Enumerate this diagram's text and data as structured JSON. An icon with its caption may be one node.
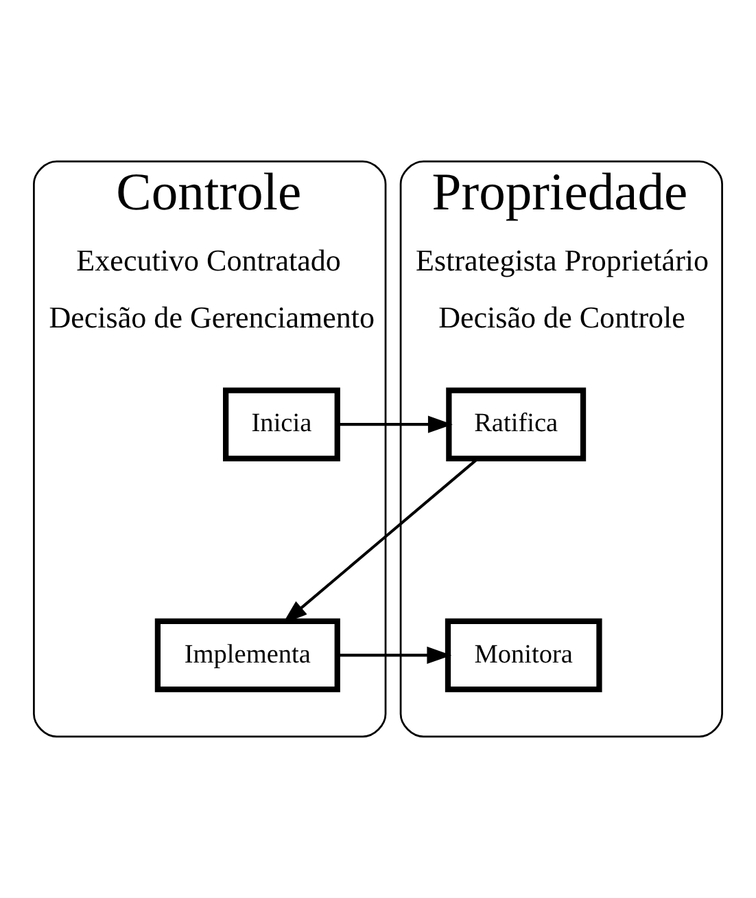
{
  "diagram": {
    "nodes": [
      {
        "text": [
          "Controle",
          "Executivo Contratado",
          "Decisão de Gerenciamento"
        ]
      },
      {
        "text": [
          "Inicia"
        ],
        "in": 0
      },
      {
        "text": [
          "Implementa"
        ],
        "in": 0
      },
      {
        "text": [
          "Propriedade",
          "Estrategista Proprietário",
          "Decisão de Controle"
        ]
      },
      {
        "text": [
          "Ratifica"
        ],
        "in": 3
      },
      {
        "text": [
          "Monitora"
        ],
        "in": 3
      }
    ],
    "edges": [
      {
        "from": 1,
        "to": 4,
        "arrow": "to"
      },
      {
        "from": 4,
        "to": 2,
        "arrow": "to"
      },
      {
        "from": 2,
        "to": 5,
        "arrow": "to"
      }
    ]
  }
}
